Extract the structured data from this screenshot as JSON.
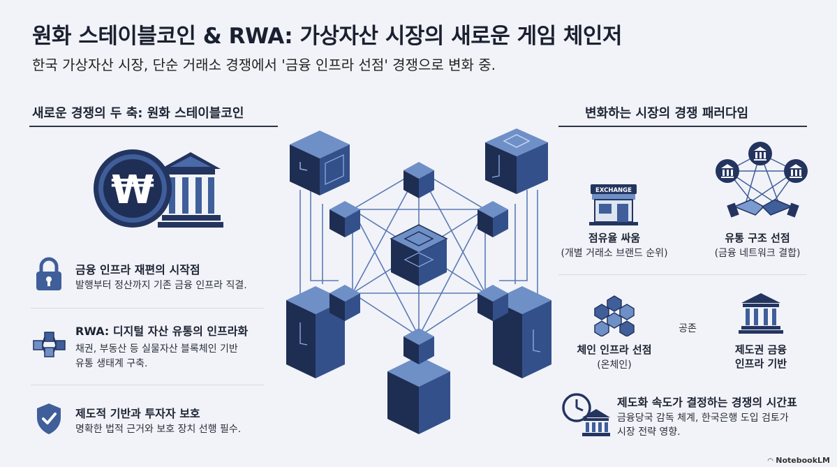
{
  "header": {
    "title": "원화 스테이블코인 & RWA: 가상자산 시장의 새로운 게임 체인저",
    "subtitle": "한국 가상자산 시장, 단순 거래소 경쟁에서 '금융 인프라 선점' 경쟁으로 변화 중."
  },
  "left": {
    "heading": "새로운 경쟁의 두 축: 원화 스테이블코인",
    "coin_symbol": "₩",
    "items": [
      {
        "title": "금융 인프라 재편의 시작점",
        "desc": [
          "발행부터 정산까지 기존 금융 인프라 직결."
        ],
        "icon": "lock-icon"
      },
      {
        "title": "RWA: 디지털 자산 유통의 인프라화",
        "desc": [
          "채권, 부동산 등 실물자산 블록체인 기반",
          "유통 생태계 구축."
        ],
        "icon": "blocks-icon"
      },
      {
        "title": "제도적 기반과 투자자 보호",
        "desc": [
          "명확한 법적 근거와 보호 장치 선행 필수."
        ],
        "icon": "shield-check-icon"
      }
    ]
  },
  "right": {
    "heading": "변화하는 시장의 경쟁 패러다임",
    "exchange_sign": "EXCHANGE",
    "top": [
      {
        "title": "점유율 싸움",
        "sub": "(개별 거래소 브랜드 순위)",
        "icon": "exchange-store-icon"
      },
      {
        "title": "유통 구조 선점",
        "sub": "(금융 네트워크 결합)",
        "icon": "handshake-network-icon"
      }
    ],
    "middle": {
      "left": {
        "title": "체인 인프라 선점",
        "sub": "(온체인)",
        "icon": "chain-cubes-icon"
      },
      "connector": "공존",
      "right": {
        "title_lines": [
          "제도권 금융",
          "인프라 기반"
        ],
        "icon": "institution-icon"
      }
    },
    "bottom": {
      "title": "제도화 속도가 결정하는 경쟁의 시간표",
      "desc": [
        "금융당국 감독 체계, 한국은행 도입 검토가",
        "시장 전략 영향."
      ],
      "icon": "clock-bank-icon"
    }
  },
  "footer": {
    "brand": "NotebookLM"
  },
  "colors": {
    "navy": "#23345f",
    "blue": "#3f5e9a",
    "light": "#6f8fc7",
    "bg": "#f1f3f8"
  }
}
